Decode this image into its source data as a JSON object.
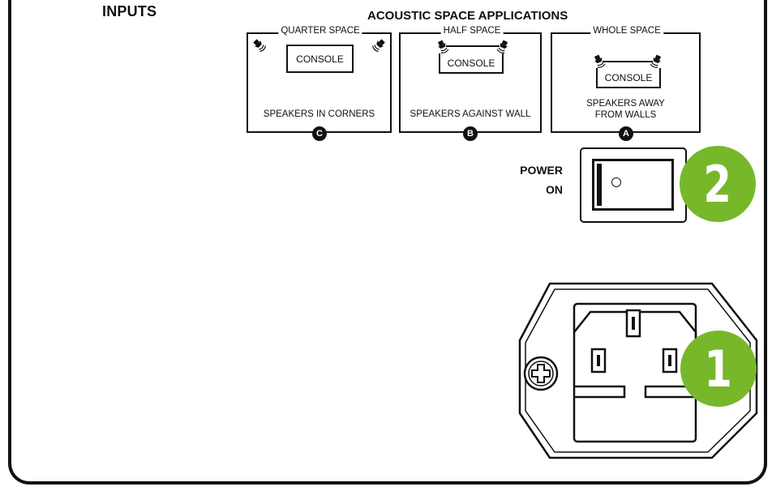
{
  "inputs_label": "INPUTS",
  "acoustic": {
    "title": "ACOUSTIC SPACE APPLICATIONS",
    "options": [
      {
        "title": "QUARTER SPACE",
        "console": "CONSOLE",
        "caption": "SPEAKERS IN CORNERS",
        "badge": "C"
      },
      {
        "title": "HALF SPACE",
        "console": "CONSOLE",
        "caption": "SPEAKERS AGAINST WALL",
        "badge": "B"
      },
      {
        "title": "WHOLE SPACE",
        "console": "CONSOLE",
        "caption_line1": "SPEAKERS AWAY",
        "caption_line2": "FROM WALLS",
        "badge": "A"
      }
    ]
  },
  "power": {
    "line1": "POWER",
    "line2": "ON"
  },
  "callouts": {
    "power_switch": "2",
    "ac_inlet": "1"
  },
  "colors": {
    "callout_green": "#76b82a",
    "ink": "#111111"
  }
}
